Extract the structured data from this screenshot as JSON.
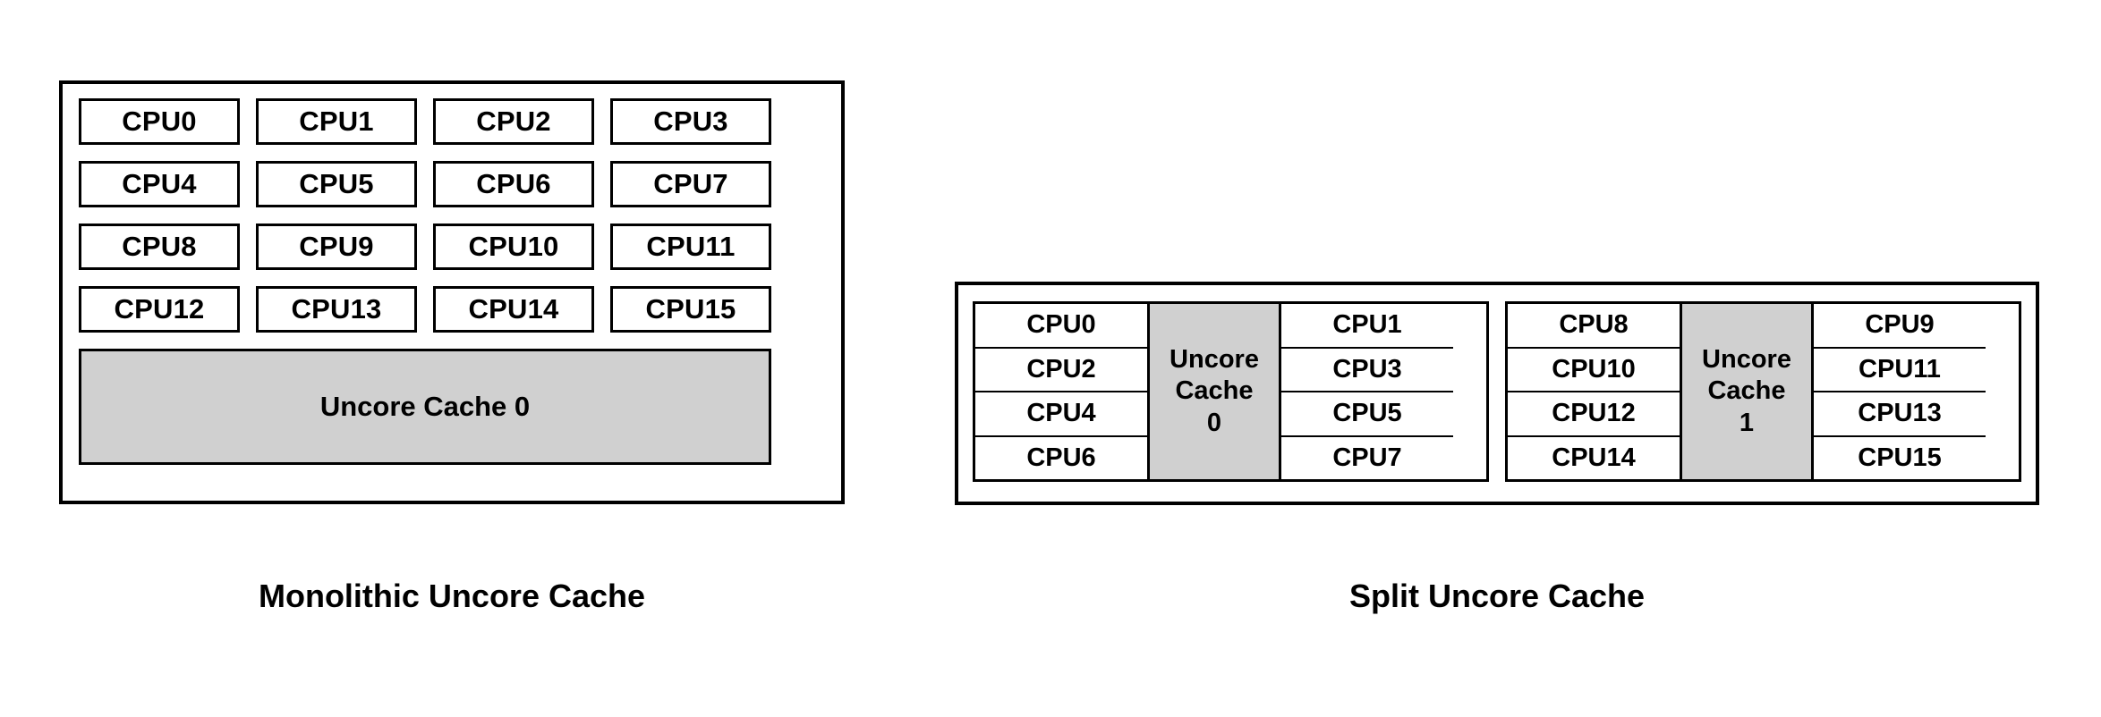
{
  "background_color": "#ffffff",
  "colors": {
    "stroke": "#000000",
    "cache_fill": "#d0d0d0",
    "chip_fill": "#ffffff",
    "text": "#000000"
  },
  "figures": [
    {
      "id": "monolithic",
      "caption": "Monolithic Uncore Cache",
      "cpu_rows": [
        [
          "CPU0",
          "CPU1",
          "CPU2",
          "CPU3"
        ],
        [
          "CPU4",
          "CPU5",
          "CPU6",
          "CPU7"
        ],
        [
          "CPU8",
          "CPU9",
          "CPU10",
          "CPU11"
        ],
        [
          "CPU12",
          "CPU13",
          "CPU14",
          "CPU15"
        ]
      ],
      "cache_label": "Uncore Cache 0"
    },
    {
      "id": "split",
      "caption": "Split Uncore Cache",
      "halves": [
        {
          "left_cpus": [
            "CPU0",
            "CPU2",
            "CPU4",
            "CPU6"
          ],
          "cache_line1": "Uncore",
          "cache_line2": "Cache",
          "cache_line3": "0",
          "right_cpus": [
            "CPU1",
            "CPU3",
            "CPU5",
            "CPU7"
          ]
        },
        {
          "left_cpus": [
            "CPU8",
            "CPU10",
            "CPU12",
            "CPU14"
          ],
          "cache_line1": "Uncore",
          "cache_line2": "Cache",
          "cache_line3": "1",
          "right_cpus": [
            "CPU9",
            "CPU11",
            "CPU13",
            "CPU15"
          ]
        }
      ]
    }
  ]
}
